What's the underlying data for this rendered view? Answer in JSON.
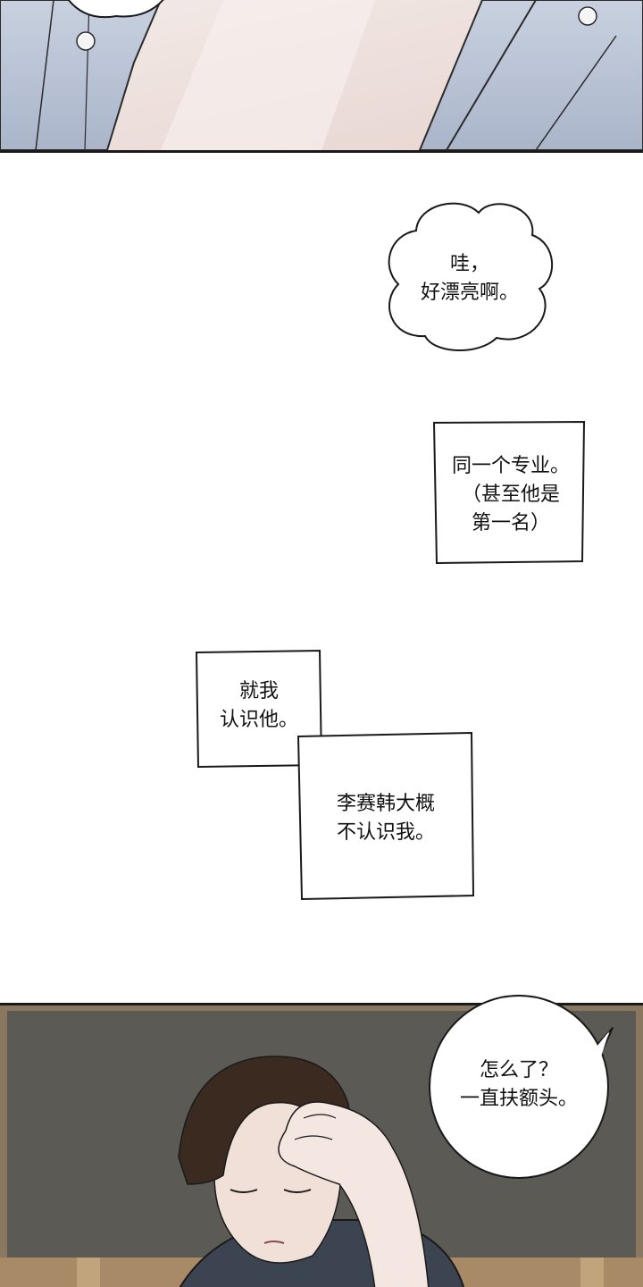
{
  "panels": {
    "top": {
      "description_icon": "shirt-closeup-illustration"
    },
    "bottom": {
      "description_icon": "man-rubbing-forehead-illustration"
    }
  },
  "dialogue": {
    "bubble1": {
      "lines": [
        "哇，",
        "好漂亮啊。"
      ],
      "text": "哇，\n好漂亮啊。"
    },
    "box1": {
      "text": "同一个专业。\n（甚至他是\n第一名）"
    },
    "box2": {
      "text": "就我\n认识他。"
    },
    "box3": {
      "text": "李赛韩大概\n不认识我。"
    },
    "bubble2": {
      "text": "怎么了？\n一直扶额头。"
    }
  },
  "colors": {
    "ink": "#1a1a1a",
    "shirt_blue": "#b9c3d6",
    "skin": "#f1e4df",
    "hair": "#3a2a20",
    "chalkboard": "#5b5a55",
    "frame": "#a88a66"
  }
}
